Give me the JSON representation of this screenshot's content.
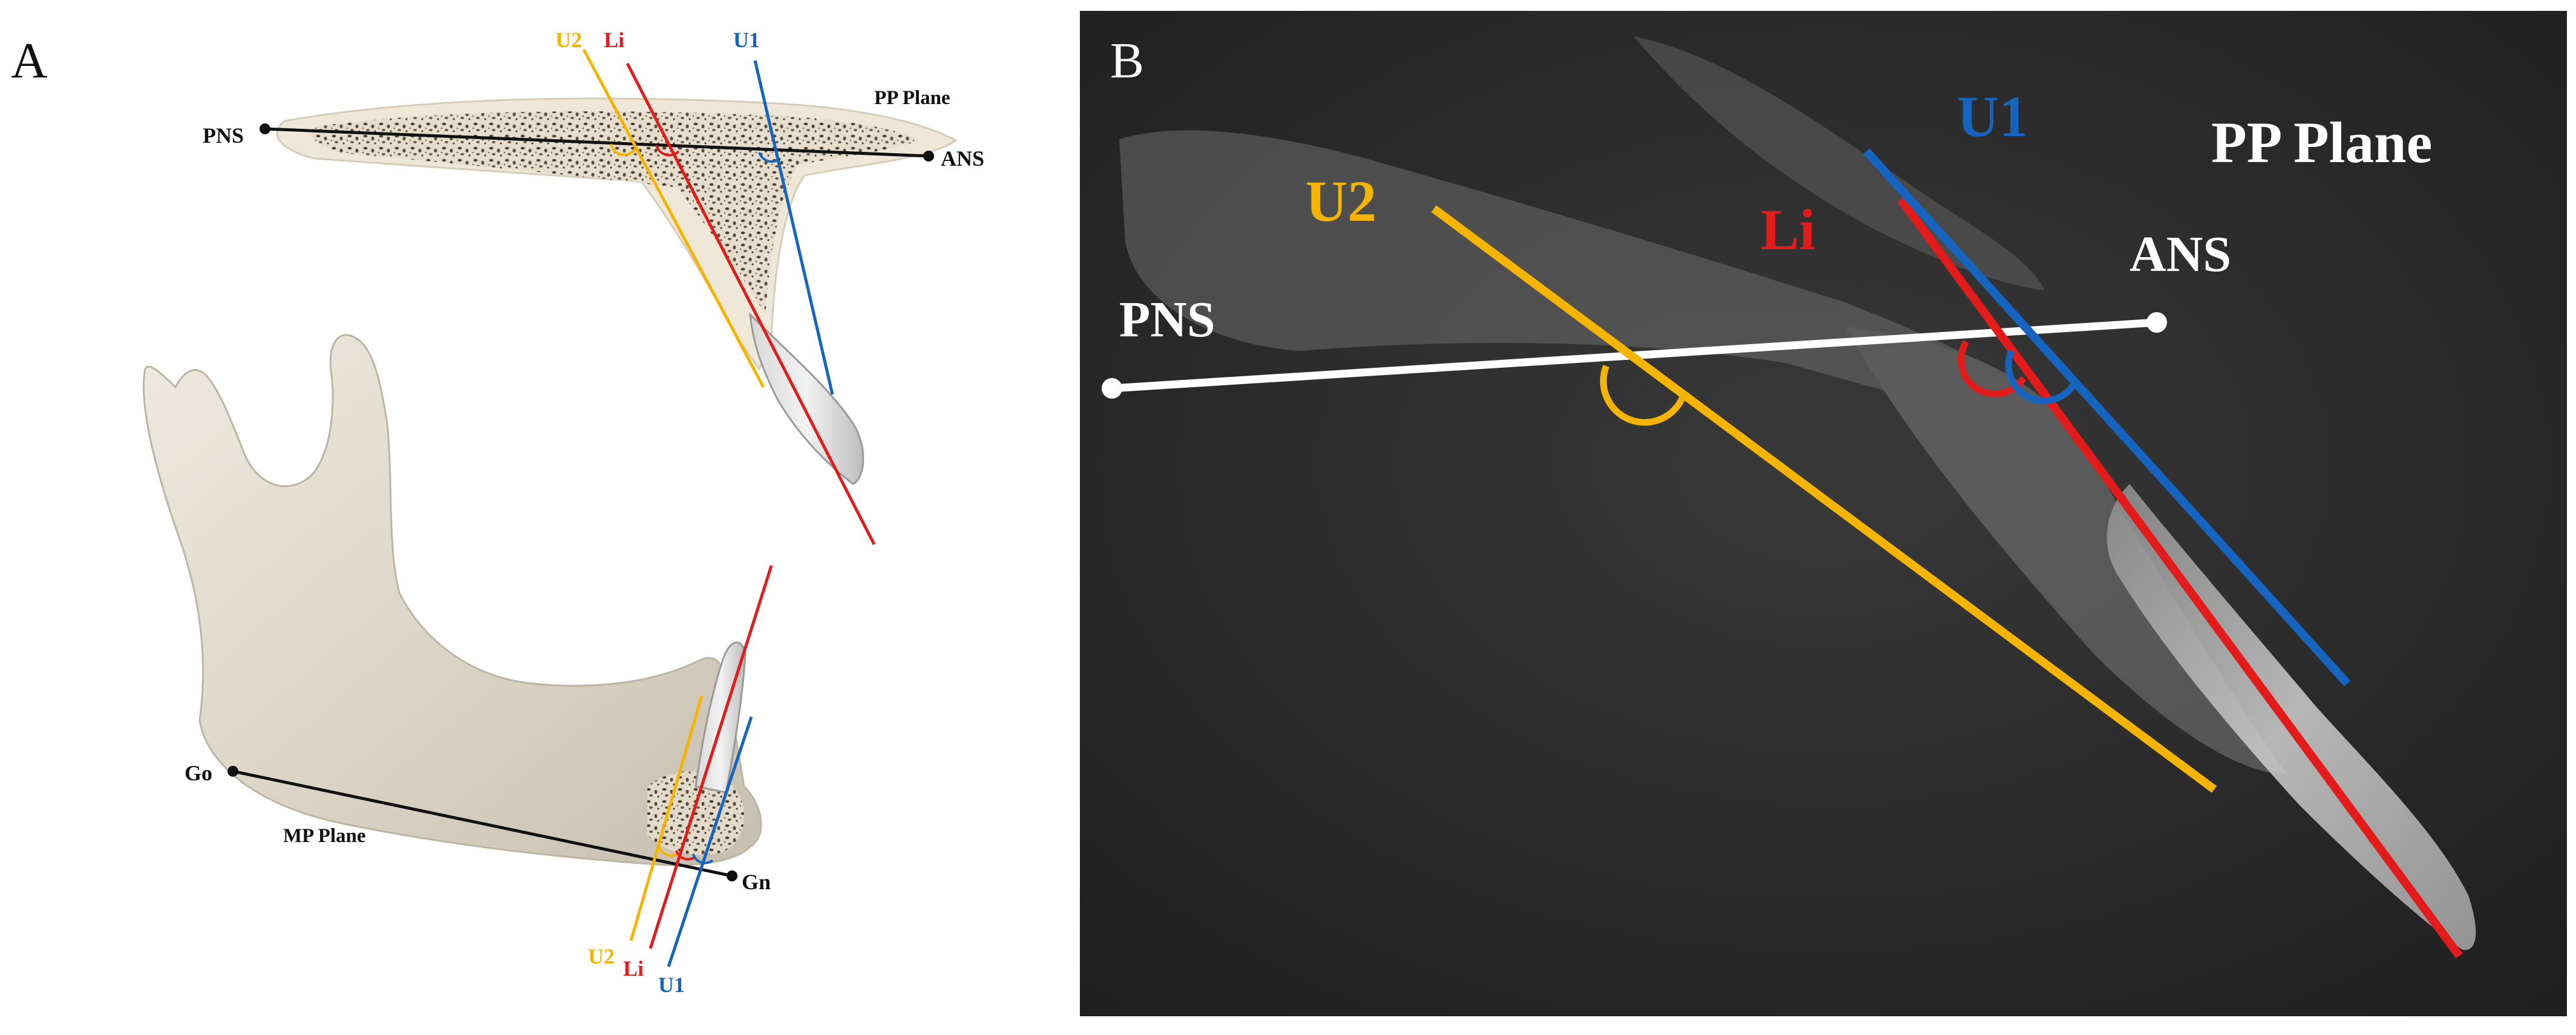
{
  "panel_a": {
    "panel_label": "A",
    "maxilla": {
      "plane_label": "PP Plane",
      "points": {
        "posterior": "PNS",
        "anterior": "ANS"
      },
      "lines": {
        "u2": "U2",
        "li": "Li",
        "u1": "U1"
      }
    },
    "mandible": {
      "plane_label": "MP Plane",
      "points": {
        "gonion": "Go",
        "gnathion": "Gn"
      },
      "lines": {
        "u2": "U2",
        "li": "Li",
        "u1": "U1"
      }
    }
  },
  "panel_b": {
    "panel_label": "B",
    "plane_label": "PP Plane",
    "points": {
      "posterior": "PNS",
      "anterior": "ANS"
    },
    "lines": {
      "u2": "U2",
      "li": "Li",
      "u1": "U1"
    }
  },
  "colors": {
    "u2": "#f4b400",
    "li": "#e31b1b",
    "u1": "#1565c0",
    "plane_a": "#111111",
    "plane_b": "#ffffff",
    "bone": "#e9e3d6",
    "ct_background": "#2b2b2b"
  }
}
